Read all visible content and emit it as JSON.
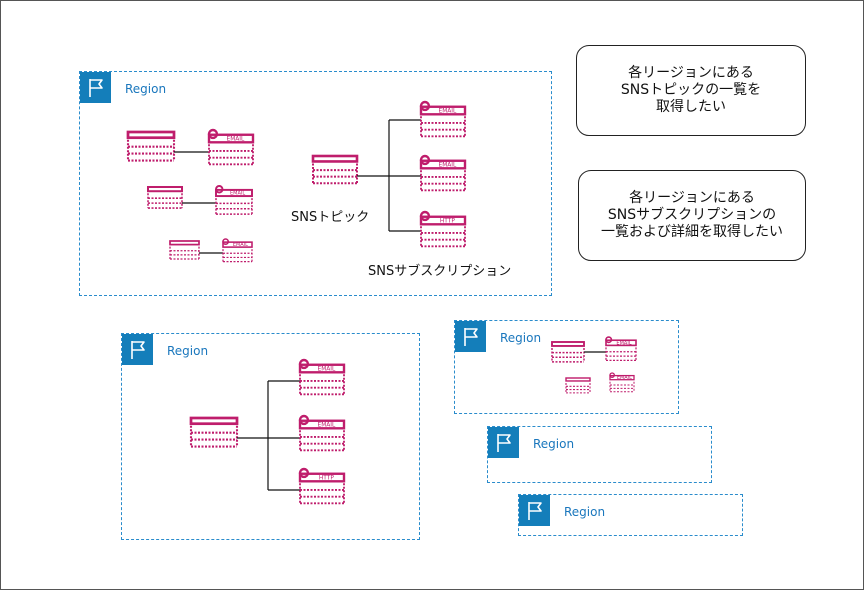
{
  "colors": {
    "region_border": "#2a8ccc",
    "region_icon_bg": "#147eba",
    "resource": "#bf1d6c",
    "connector": "#111111"
  },
  "region_label": "Region",
  "icons": {
    "region": "flag-icon",
    "topic": "sns-topic-icon",
    "subscription": "sns-subscription-icon"
  },
  "callouts": {
    "topics": "各リージョンにある\nSNSトピックの一覧を\n取得したい",
    "subscriptions": "各リージョンにある\nSNSサブスクリプションの\n一覧および詳細を取得したい"
  },
  "captions": {
    "topic": "SNSトピック",
    "subscription": "SNSサブスクリプション"
  },
  "subscription_types": {
    "email": "EMAIL",
    "http": "HTTP"
  }
}
